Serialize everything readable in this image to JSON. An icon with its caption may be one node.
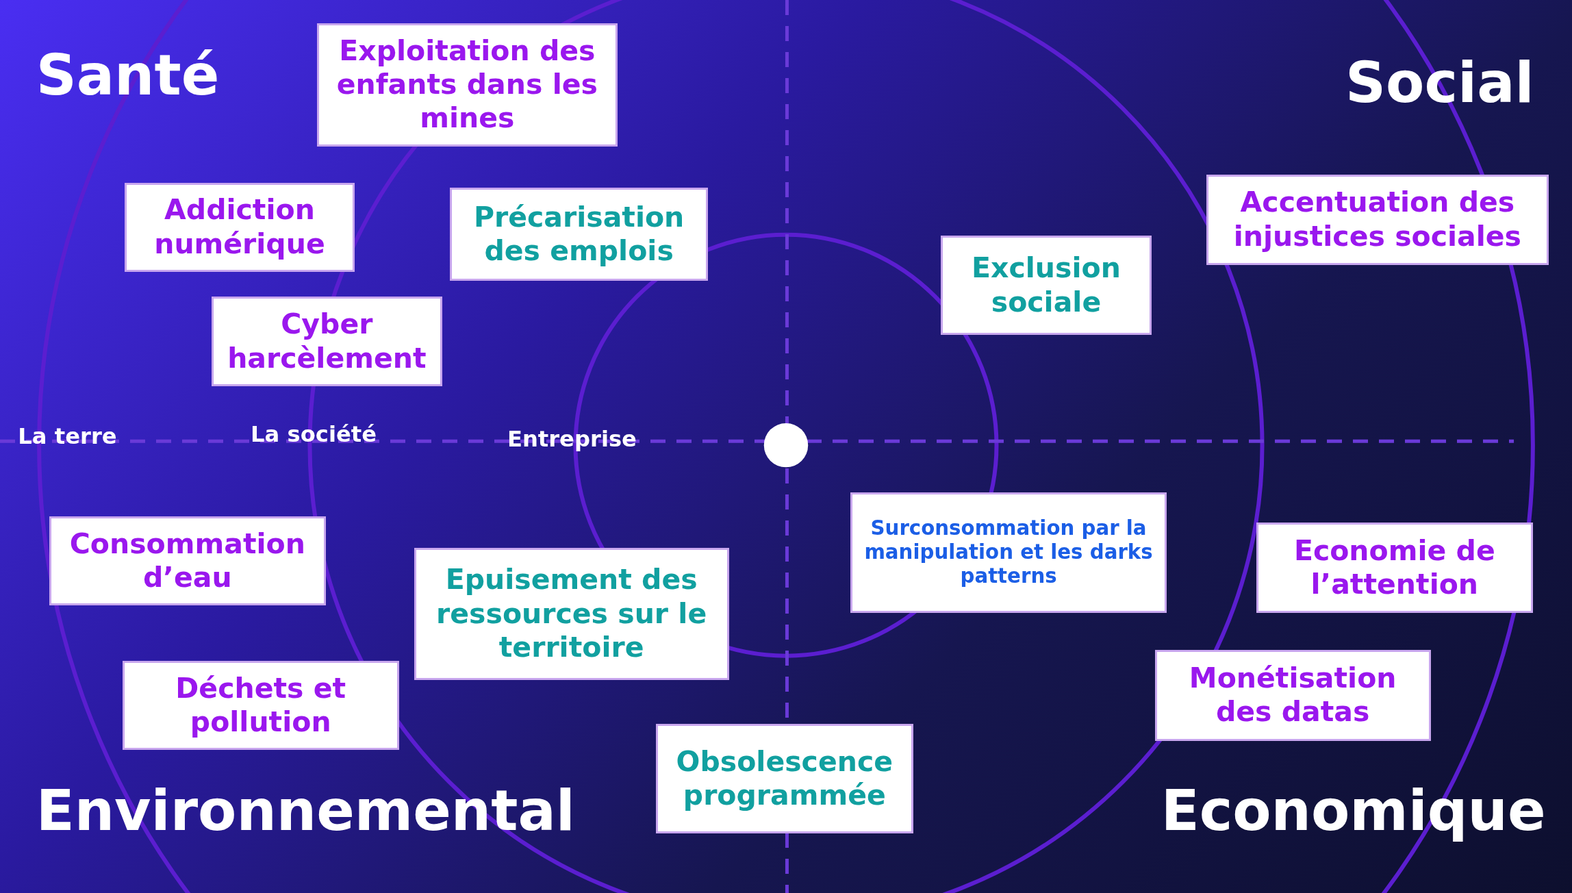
{
  "diagram": {
    "nodes": [
      {
        "text": [
          "Exploitation des enfants dans les mines"
        ]
      },
      {
        "text": [
          "Accentuation des injustices sociales"
        ]
      },
      {
        "text": [
          "Addiction numérique"
        ]
      },
      {
        "text": [
          "Précarisation des emplois"
        ]
      },
      {
        "text": [
          "Exclusion sociale"
        ]
      },
      {
        "text": [
          "Cyber harcèlement"
        ]
      },
      {
        "text": [
          "Surconsommation par la manipulation et les darks patterns"
        ]
      },
      {
        "text": [
          "Consommation d’eau"
        ]
      },
      {
        "text": [
          "Economie de l’attention"
        ]
      },
      {
        "text": [
          "Epuisement des ressources sur le territoire"
        ]
      },
      {
        "text": [
          "Monétisation des datas"
        ]
      },
      {
        "text": [
          "Déchets et pollution"
        ]
      },
      {
        "text": [
          "Obsolescence programmée"
        ]
      }
    ],
    "edges": [],
    "labels": [
      "Santé",
      "Social",
      "La terre",
      "La société",
      "Entreprise",
      "Environnemental",
      "Economique"
    ]
  }
}
